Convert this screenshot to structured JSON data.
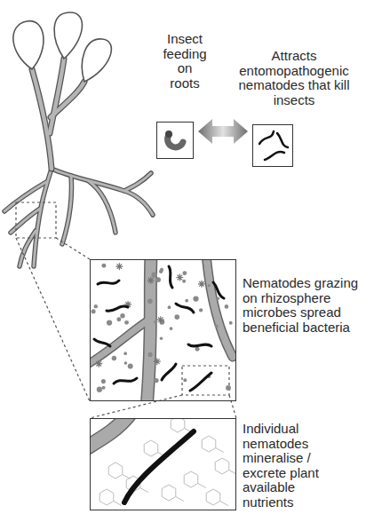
{
  "diagram": {
    "nodes": [
      {
        "text": [
          "Insect feeding on roots"
        ]
      },
      {
        "text": [
          "Attracts entomopathogenic nematodes that kill insects"
        ]
      },
      {
        "text": [
          "Nematodes grazing on rhizosphere microbes spread beneficial bacteria"
        ]
      },
      {
        "text": [
          "Individual nematodes mineralise / excrete plant available nutrients"
        ]
      }
    ],
    "edges": [
      {
        "from": 0,
        "to": 1,
        "arrow": "both"
      }
    ]
  }
}
